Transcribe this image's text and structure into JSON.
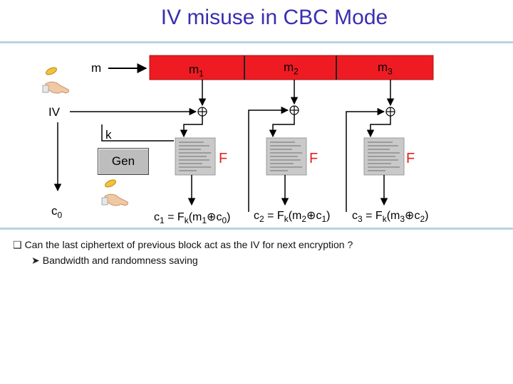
{
  "title": "IV misuse in CBC Mode",
  "labels": {
    "m": "m",
    "m1": "m",
    "m1_sub": "1",
    "m2": "m",
    "m2_sub": "2",
    "m3": "m",
    "m3_sub": "3",
    "iv": "IV",
    "k": "k",
    "gen": "Gen",
    "c0": "c",
    "c0_sub": "0",
    "f": "F"
  },
  "outputs": {
    "c1": {
      "a": "c",
      "a_sub": "1",
      "eq": " = F",
      "k_sub": "k",
      "open": "(m",
      "m_sub": "1",
      "xor": "⊕",
      "c": "c",
      "c_sub": "0",
      "close": ")"
    },
    "c2": {
      "a": "c",
      "a_sub": "2",
      "eq": " = F",
      "k_sub": "k",
      "open": "(m",
      "m_sub": "2",
      "xor": "⊕",
      "c": "c",
      "c_sub": "1",
      "close": ")"
    },
    "c3": {
      "a": "c",
      "a_sub": "3",
      "eq": " = F",
      "k_sub": "k",
      "open": "(m",
      "m_sub": "3",
      "xor": "⊕",
      "c": "c",
      "c_sub": "2",
      "close": ")"
    }
  },
  "footnotes": {
    "q": "Can the last ciphertext of previous block act as the IV for next encryption ?",
    "a": "Bandwidth and randomness saving"
  },
  "colors": {
    "title": "#3a2fb0",
    "message_bar": "#ee1b22",
    "function_label": "#e32222",
    "rule": "#b9d3dd"
  },
  "icons": [
    "coin-toss-icon",
    "coin-toss-icon",
    "xor-icon",
    "block-cipher-icon",
    "q-bullet-icon",
    "arrow-bullet-icon"
  ]
}
